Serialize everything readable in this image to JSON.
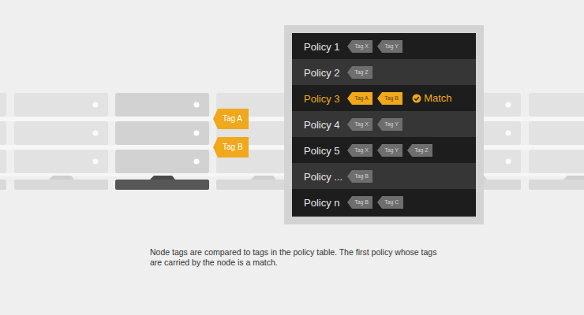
{
  "diagram": {
    "caption": "Node tags are compared to tags in the policy table. The first policy whose tags are carried by the node is a match.",
    "nodes": [
      {
        "text": [
          "Tag A"
        ]
      },
      {
        "text": [
          "Tag B"
        ]
      },
      {
        "text": [
          "Policy 1"
        ]
      },
      {
        "text": [
          "Tag X"
        ],
        "in": 2
      },
      {
        "text": [
          "Tag Y"
        ],
        "in": 2
      },
      {
        "text": [
          "Policy 2"
        ]
      },
      {
        "text": [
          "Tag Z"
        ],
        "in": 5
      },
      {
        "text": [
          "Policy 3",
          "Match"
        ]
      },
      {
        "text": [
          "Tag A"
        ],
        "in": 7
      },
      {
        "text": [
          "Tag B"
        ],
        "in": 7
      },
      {
        "text": [
          "Policy 4"
        ]
      },
      {
        "text": [
          "Tag X"
        ],
        "in": 10
      },
      {
        "text": [
          "Tag Y"
        ],
        "in": 10
      },
      {
        "text": [
          "Policy 5"
        ]
      },
      {
        "text": [
          "Tag X"
        ],
        "in": 13
      },
      {
        "text": [
          "Tag Y"
        ],
        "in": 13
      },
      {
        "text": [
          "Tag Z"
        ],
        "in": 13
      },
      {
        "text": [
          "Policy ..."
        ]
      },
      {
        "text": [
          "Tag B"
        ],
        "in": 17
      },
      {
        "text": [
          "Policy n"
        ]
      },
      {
        "text": [
          "Tag B"
        ],
        "in": 19
      },
      {
        "text": [
          "Tag C"
        ],
        "in": 19
      }
    ]
  }
}
